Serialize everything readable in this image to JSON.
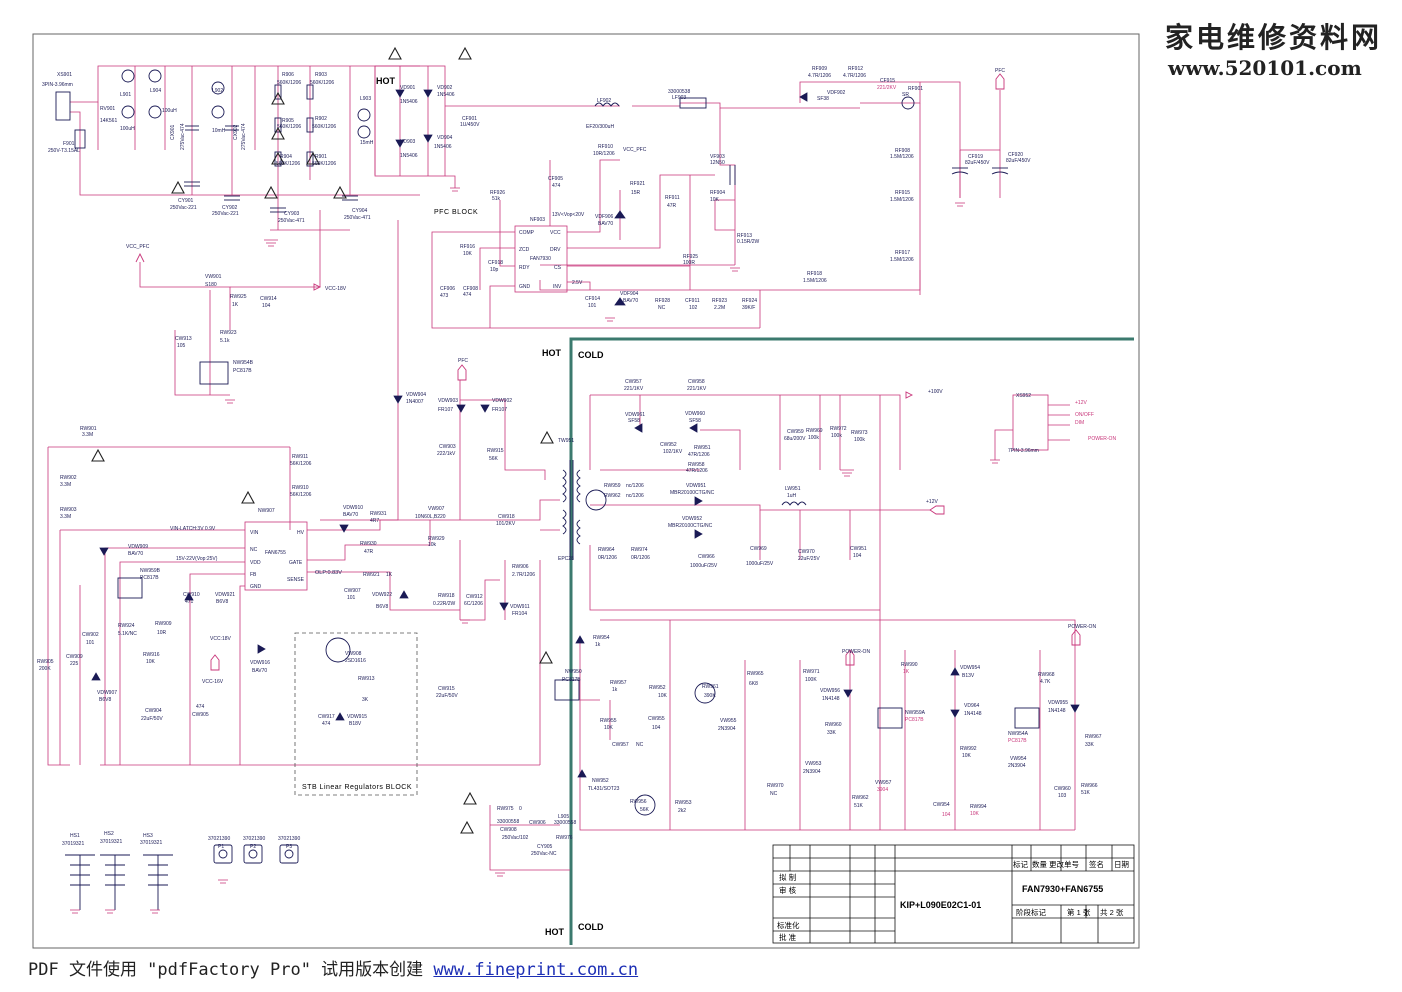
{
  "watermark": {
    "title": "家电维修资料网",
    "url": "www.520101.com"
  },
  "footer": {
    "prefix": "PDF 文件使用 \"pdfFactory Pro\" 试用版本创建",
    "link": "www.fineprint.com.cn"
  },
  "zones": {
    "hot": "HOT",
    "cold": "COLD"
  },
  "blocks": {
    "pfc": "PFC BLOCK",
    "stb": "STB Linear Regulators BLOCK"
  },
  "nets": {
    "pfc": "PFC",
    "vcc_pfc": "VCC_PFC",
    "vcc18": "VCC-18V",
    "v100": "+100V",
    "v12": "+12V",
    "power_on": "POWER-ON"
  },
  "connector": {
    "ref": "XS952",
    "type": "7PIN-3.96mm",
    "sig1": "+12V",
    "sig2": "ON/OFF",
    "sig3": "DIM",
    "sig4": "POWER-ON"
  },
  "parts": {
    "xs901": "XS901",
    "xs901v": "3PIN-3.96mm",
    "f901": "F901",
    "f901v": "250V-T3.15AL",
    "rv901": "RV901",
    "rv901v": "14K561",
    "l901": "L901",
    "l901v": "100uH",
    "l904": "L904",
    "cx901": "CX901",
    "cx901v": "275Vac-474",
    "l902": "L902",
    "l902v": "10mH",
    "cx902": "CX902",
    "cx902v": "275Vac-474",
    "cy901": "CY901",
    "cy901v": "250Vac-221",
    "cy902": "CY902",
    "cy902v": "250Vac-221",
    "cy903": "CY903",
    "cy903v": "250Vac-471",
    "cy904": "CY904",
    "cy904v": "250Vac-471",
    "r906": "R906",
    "r906v": "560K/1206",
    "r903": "R903",
    "r903v": "560K/1206",
    "r905": "R905",
    "r905v": "560K/1206",
    "r902": "R902",
    "r902v": "560K/1206",
    "r904": "R904",
    "r904v": "560K/1206",
    "r901": "R901",
    "r901v": "560K/1206",
    "l903": "L903",
    "l903v": "15mH",
    "vd901": "VD901",
    "vd902": "VD902",
    "vd903": "VD903",
    "vd904": "VD904",
    "vdv": "1N5406",
    "cf901": "CF901",
    "cf901v": "1U/450V",
    "lf902": "LF902",
    "lf902v": "EF20/300uH",
    "bead": "33000538",
    "lf903": "LF903",
    "rf909": "RF909",
    "rf909v": "4.7R/1206",
    "rf912": "RF912",
    "rf912v": "4.7R/1206",
    "vdf902": "VDF902",
    "vdf902v": "SF38",
    "cf915": "CF915",
    "cf915v": "221/2KV",
    "rf901": "RF901",
    "rf901v": "SR",
    "rf908": "RF908",
    "rf908v": "1.5M/1206",
    "rf915": "RF915",
    "rf915v": "1.5M/1206",
    "rf917": "RF917",
    "rf917v": "1.5M/1206",
    "rf918": "RF918",
    "rf918v": "1.5M/1206",
    "cf919": "CF919",
    "cf919v": "82uF/450V",
    "cf920": "CF920",
    "cf920v": "82uF/450V",
    "rf910": "RF910",
    "rf910v": "10R/1206",
    "cf905": "CF905",
    "cf905v": "474",
    "rf926": "RF926",
    "rf926v": "51k",
    "rf921": "RF921",
    "rf921v": "15R",
    "vdf906": "VDF906",
    "vdf906v": "BAV70",
    "rf911": "RF911",
    "rf911v": "47R",
    "rf904": "RF904",
    "rf904v": "10K",
    "vf903": "VF903",
    "vf903v": "12N50",
    "rf913": "RF913",
    "rf913v": "0.15R/2W",
    "nf903": "NF903",
    "nf903note": "13V<Vop<20V",
    "nf903v": "FAN7930",
    "pin_comp": "COMP",
    "pin_vcc": "VCC",
    "pin_zcd": "ZCD",
    "pin_drv": "DRV",
    "pin_rdy": "RDY",
    "pin_cs": "CS",
    "pin_gnd": "GND",
    "pin_inv": "INV",
    "rf916": "RF916",
    "rf916v": "10K",
    "cf918": "CF918",
    "cf918v": "10p",
    "rf925": "RF925",
    "rf925v": "100R",
    "cf906": "CF906",
    "cf906v": "473",
    "cf908": "CF908",
    "cf908v": "474",
    "cf914": "CF914",
    "cf914v": "101",
    "vdf904": "VDF904",
    "vdf904v": "BAV70",
    "rf928": "RF928",
    "rf928v": "NC",
    "cf911": "CF911",
    "cf911v": "102",
    "rf923": "RF923",
    "rf923v": "2.2M",
    "rf924": "RF924",
    "rf924v": "39K/F",
    "v25": "2.5V",
    "vw901": "VW901",
    "vw901v": "S180",
    "rw925": "RW925",
    "rw925v": "1K",
    "cw914": "CW914",
    "cw914v": "104",
    "cw913": "CW913",
    "cw913v": "105",
    "rw923": "RW923",
    "rw923v": "5.1k",
    "nw954b": "NW954B",
    "nw954bv": "PC817B",
    "vdw904": "VDW904",
    "vdw904v": "1N4007",
    "vdw903": "VDW903",
    "vdw903v": "FR107",
    "vdw902": "VDW902",
    "vdw902v": "FR107",
    "cw903": "CW903",
    "cw903v": "222/1kV",
    "rw915": "RW915",
    "rw915v": "56K",
    "rw901": "RW901",
    "rw901v": "3.3M",
    "rw902": "RW902",
    "rw902v": "3.3M",
    "rw903": "RW903",
    "rw903v": "3.3M",
    "rw911": "RW911",
    "rw911v": "56K/1206",
    "rw910": "RW910",
    "rw910v": "56K/1206",
    "nw907": "NW907",
    "nw907v": "FAN6755",
    "pin_vin": "VIN",
    "pin_hv": "HV",
    "pin_nc": "NC",
    "pin_vdd": "VDD",
    "pin_gate": "GATE",
    "pin_fb": "FB",
    "pin_sense": "SENSE",
    "vinlatch": "VIN-LATCH:3V   0.9V",
    "vddrange": "15V-22V(Vop:25V)",
    "olp": "OLP:0.83V",
    "vdw910": "VDW910",
    "vdw910v": "BAV70",
    "rw931": "RW931",
    "rw931v": "4R7",
    "rw930": "RW930",
    "rw930v": "47R",
    "vw907": "VW907",
    "vw907v": "10N60L,B220",
    "rw929": "RW929",
    "rw929v": "10k",
    "cw918": "CW918",
    "cw918v": "101/2KV",
    "vdw909": "VDW909",
    "vdw909v": "BAV70",
    "nw959b": "NW959B",
    "nw959bv": "PC817B",
    "rw921": "RW921",
    "rw921v": "1K",
    "cw907": "CW907",
    "cw907v": "101",
    "vdw922": "VDW922",
    "vdw922v": "B6V8",
    "rw918": "RW918",
    "rw918v": "0.22R/2W",
    "cw912": "CW912",
    "cw912v": "6C/1206",
    "rw906": "RW906",
    "rw906v": "2.7R/1206",
    "vdw911": "VDW911",
    "vdw911v": "FR104",
    "cw910": "CW910",
    "cw910v": "471",
    "vdw921": "VDW921",
    "vdw921v": "B6V8",
    "rw924": "RW924",
    "rw924v": "5.1K/NC",
    "rw909": "RW909",
    "rw909v": "10R",
    "cw902": "CW902",
    "cw902v": "101",
    "rw916": "RW916",
    "rw916v": "10K",
    "cw909": "CW909",
    "cw909v": "225",
    "rw905": "RW905",
    "rw905v": "200K",
    "vdw907": "VDW907",
    "vdw907v": "B6V8",
    "vcc18note": "VCC:18V",
    "vdw916": "VDW916",
    "vdw916v": "BAV70",
    "vcc16": "VCC-16V",
    "cw904": "CW904",
    "cw904v": "22uF/50V",
    "cw905": "CW905",
    "cw905v": "474",
    "vw908": "VW908",
    "vw908v": "2SD1616",
    "rw913": "RW913",
    "rw913v": "3K",
    "cw917": "CW917",
    "cw917v": "474",
    "vdw915": "VDW915",
    "vdw915v": "B18V",
    "cw915": "CW915",
    "cw915v": "22uF/50V",
    "tw951": "TW951",
    "epc": "EPC28",
    "cw957": "CW957",
    "cw957v": "221/1KV",
    "cw958": "CW958",
    "cw958v": "221/1KV",
    "vdw961": "VDW961",
    "vdw961v": "SF58",
    "vdw960": "VDW960",
    "vdw960v": "SF58",
    "cw959": "CW959",
    "cw959v": "68u/200V",
    "rw969": "RW969",
    "rw969v": "100k",
    "rw972": "RW972",
    "rw972v": "100k",
    "rw973": "RW973",
    "rw973v": "100k",
    "cw952": "CW952",
    "cw952v": "102/1KV",
    "rw951": "RW951",
    "rw951v": "47R/1206",
    "rw958": "RW958",
    "rw958v": "47R/1206",
    "rw959": "RW959",
    "rw959v": "nc/1206",
    "rw962": "RW962",
    "rw962v": "nc/1206",
    "vdw951": "VDW951",
    "vdw951v": "MBR20100CTG/NC",
    "vdw952": "VDW952",
    "vdw952v": "MBR20100CTG/NC",
    "lw951": "LW951",
    "lw951v": "1uH",
    "rw964": "RW964",
    "rw964v": "0R/1206",
    "rw974": "RW974",
    "rw974v": "0R/1206",
    "cw966": "CW966",
    "cw966v": "1000uF/25V",
    "cw969": "CW969",
    "cw969v": "1000uF/25V",
    "cw970": "CW970",
    "cw970v": "22uF/25V",
    "cw951": "CW951",
    "cw951v": "104",
    "rw954": "RW954",
    "rw954v": "1k",
    "nw950": "NW950",
    "nw950v": "PC817B",
    "rw957": "RW957",
    "rw957v": "1k",
    "rw952": "RW952",
    "rw952v": "10K",
    "rw961": "RW961",
    "rw961v": "390K",
    "rw955": "RW955",
    "rw955v": "10K",
    "cw955": "CW955",
    "cw955v": "104",
    "cw957b": "CW957",
    "cw957bv": "NC",
    "nw952": "NW952",
    "nw952v": "TL431/SOT23",
    "rw956": "RW956",
    "rw956v": "56K",
    "rw953": "RW953",
    "rw953v": "2k2",
    "rw965": "RW965",
    "rw965v": "6K8",
    "vw955": "VW955",
    "vw955v": "2N3904",
    "rw971": "RW971",
    "rw971v": "100K",
    "vdw956": "VDW956",
    "vdw956v": "1N4148",
    "rw960": "RW960",
    "rw960v": "33K",
    "vw953": "VW953",
    "vw953v": "2N3904",
    "rw970": "RW970",
    "rw970v": "NC",
    "rw962b": "RW962",
    "rw962bv": "51K",
    "rw990": "RW990",
    "rw990v": "1K",
    "nw959a": "NW959A",
    "nw959av": "PC817B",
    "vdw954": "VDW954",
    "vdw954v": "B13V",
    "vd964": "VD964",
    "vd964v": "1N4148",
    "rw992": "RW992",
    "rw992v": "10K",
    "vw957": "VW957",
    "vw957v": "3904",
    "cw954": "CW954",
    "cw954v": "104",
    "rw994": "RW994",
    "rw994v": "10K",
    "rw968": "RW968",
    "rw968v": "4.7K",
    "nw954a": "NW954A",
    "nw954av": "PC817B",
    "vdw955": "VDW955",
    "vdw955v": "1N4148",
    "rw967": "RW967",
    "rw967v": "33K",
    "vw954": "VW954",
    "vw954v": "2N3904",
    "cw960": "CW960",
    "cw960v": "103",
    "rw966": "RW966",
    "rw966v": "51K",
    "rw975": "RW975",
    "rw975v": "0",
    "bead2": "33000558",
    "cw908": "CW908",
    "cw908v": "250Vac/102",
    "cw906": "CW906",
    "l905": "L905",
    "l905v": "33000558",
    "rw976": "RW976",
    "cy905": "CY905",
    "cy905v": "250Vac-NC",
    "hs1": "HS1",
    "hs1v": "37019321",
    "hs2": "HS2",
    "hs2v": "37019321",
    "hs3": "HS3",
    "hs3v": "37019321",
    "p1": "P1",
    "p2": "P2",
    "p3": "P3",
    "pnum": "37021390"
  },
  "titleblock": {
    "h1": "标记",
    "h2": "数量",
    "h3": "更改单号",
    "h4": "签名",
    "h5": "日期",
    "draw": "拟 制",
    "check": "审 核",
    "std": "标准化",
    "approve": "批 准",
    "model": "KIP+L090E02C1-01",
    "ic": "FAN7930+FAN6755",
    "stage": "阶段标记",
    "sheet": "第 1 张",
    "total": "共 2 张"
  },
  "colors": {
    "wire": "#c8357a",
    "text": "#1a1a55",
    "cold_line": "#3b7a6e",
    "warning": "#222222"
  }
}
